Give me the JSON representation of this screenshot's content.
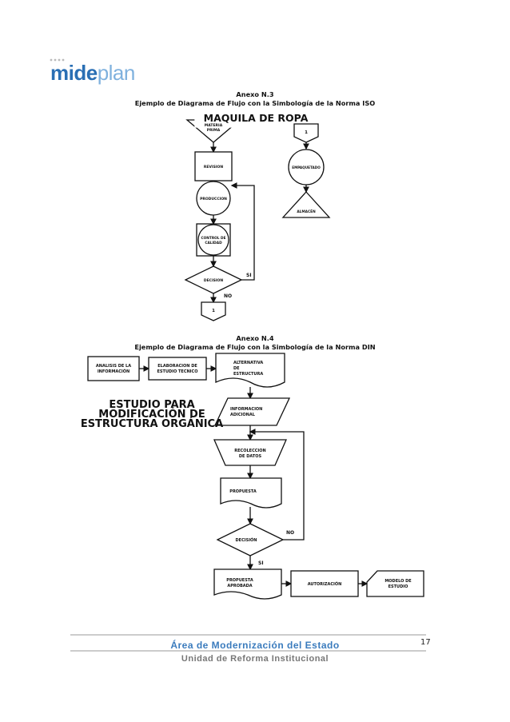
{
  "header": {
    "logo_main": "mide",
    "logo_tail": "plan"
  },
  "annex3": {
    "title": "Anexo N.3",
    "subtitle": "Ejemplo de Diagrama de Flujo con la Simbología de la Norma ISO",
    "diagram_title": "MAQUILA DE ROPA",
    "nodes": {
      "materia1": "MATERIA",
      "materia2": "PRIMA",
      "revision": "REVISION",
      "produccion": "PRODUCCION",
      "control1": "CONTROL DE",
      "control2": "CALIDAD",
      "decision": "DECISION",
      "connector_out": "1",
      "connector_in": "1",
      "empaquetado": "EMPAQUETADO",
      "almacen": "ALMACÉN"
    },
    "labels": {
      "si": "SI",
      "no": "NO"
    }
  },
  "annex4": {
    "title": "Anexo N.4",
    "subtitle": "Ejemplo de Diagrama de Flujo con la Simbología de la Norma DIN",
    "heading": [
      "ESTUDIO PARA",
      "MODIFICACIÓN DE",
      "ESTRUCTURA ORGÁNICA"
    ],
    "nodes": {
      "analisis1": "ANALISIS DE LA",
      "analisis2": "INFORMACIÓN",
      "elaboracion1": "ELABORACION DE",
      "elaboracion2": "ESTUDIO TECNICO",
      "alternativa1": "ALTERNATIVA",
      "alternativa2": "DE",
      "alternativa3": "ESTRUCTURA",
      "informacion1": "INFORMACION",
      "informacion2": "ADICIONAL",
      "recoleccion1": "RECOLECCION",
      "recoleccion2": "DE DATOS",
      "propuesta": "PROPUESTA",
      "decision": "DECISIÓN",
      "aprobada1": "PROPUESTA",
      "aprobada2": "APROBADA",
      "autorizacion": "AUTORIZACIÓN",
      "modelo1": "MODELO DE",
      "modelo2": "ESTUDIO"
    },
    "labels": {
      "si": "SI",
      "no": "NO"
    }
  },
  "footer": {
    "line1": "Área de Modernización del Estado",
    "line2": "Unidad de Reforma Institucional",
    "page": "17"
  }
}
